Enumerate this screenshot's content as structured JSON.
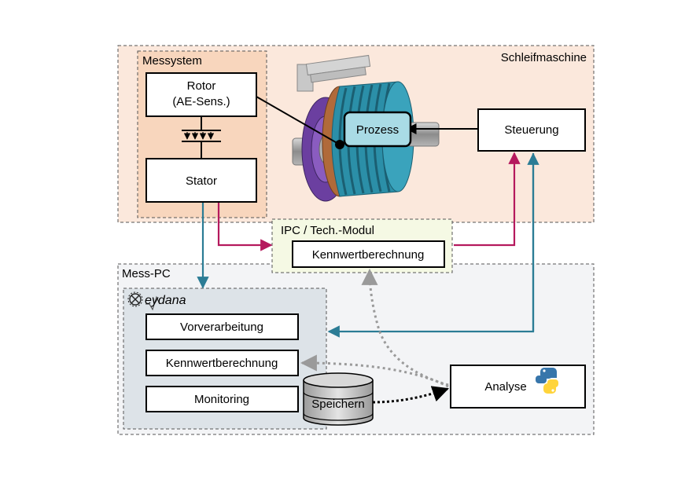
{
  "regions": {
    "machine": "Schleifmaschine",
    "mess_system": "Messystem",
    "ipc": "IPC / Tech.-Modul",
    "mess_pc": "Mess-PC"
  },
  "boxes": {
    "rotor_line1": "Rotor",
    "rotor_line2": "(AE-Sens.)",
    "stator": "Stator",
    "prozess": "Prozess",
    "steuerung": "Steuerung",
    "kennwert_ipc": "Kennwertberechnung",
    "vorverarbeitung": "Vorverarbeitung",
    "kennwert_pc": "Kennwertberechnung",
    "monitoring": "Monitoring",
    "speichern": "Speichern",
    "analyse": "Analyse"
  },
  "logo": {
    "text": "eydana"
  },
  "icons": [
    "grinding-wheel-icon",
    "python-icon",
    "antenna-coupler-icon",
    "database-icon"
  ],
  "colors": {
    "machine_bg": "#fbe8dc",
    "mess_system_bg": "#f8d6bd",
    "ipc_bg": "#f5f9e4",
    "mess_pc_bg": "#f3f4f6",
    "eydana_bg": "#dde3e8",
    "teal_arrow": "#2b7c95",
    "magenta_arrow": "#b5195d",
    "prozess_fill": "#a9dbe5",
    "wheel": "#2b8fa8"
  }
}
